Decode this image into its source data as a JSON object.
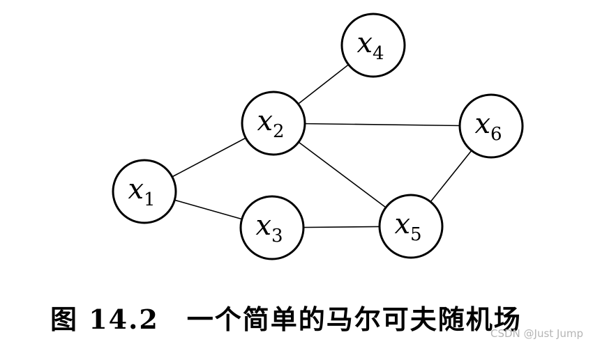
{
  "diagram": {
    "type": "undirected-graph",
    "nodes": [
      {
        "id": "x1",
        "var": "x",
        "sub": "1"
      },
      {
        "id": "x2",
        "var": "x",
        "sub": "2"
      },
      {
        "id": "x3",
        "var": "x",
        "sub": "3"
      },
      {
        "id": "x4",
        "var": "x",
        "sub": "4"
      },
      {
        "id": "x5",
        "var": "x",
        "sub": "5"
      },
      {
        "id": "x6",
        "var": "x",
        "sub": "6"
      }
    ],
    "edges": [
      [
        "x1",
        "x2"
      ],
      [
        "x1",
        "x3"
      ],
      [
        "x2",
        "x4"
      ],
      [
        "x2",
        "x6"
      ],
      [
        "x2",
        "x5"
      ],
      [
        "x3",
        "x5"
      ],
      [
        "x5",
        "x6"
      ]
    ]
  },
  "caption": {
    "label": "图 14.2",
    "text": "一个简单的马尔可夫随机场"
  },
  "watermark": "CSDN @Just Jump"
}
